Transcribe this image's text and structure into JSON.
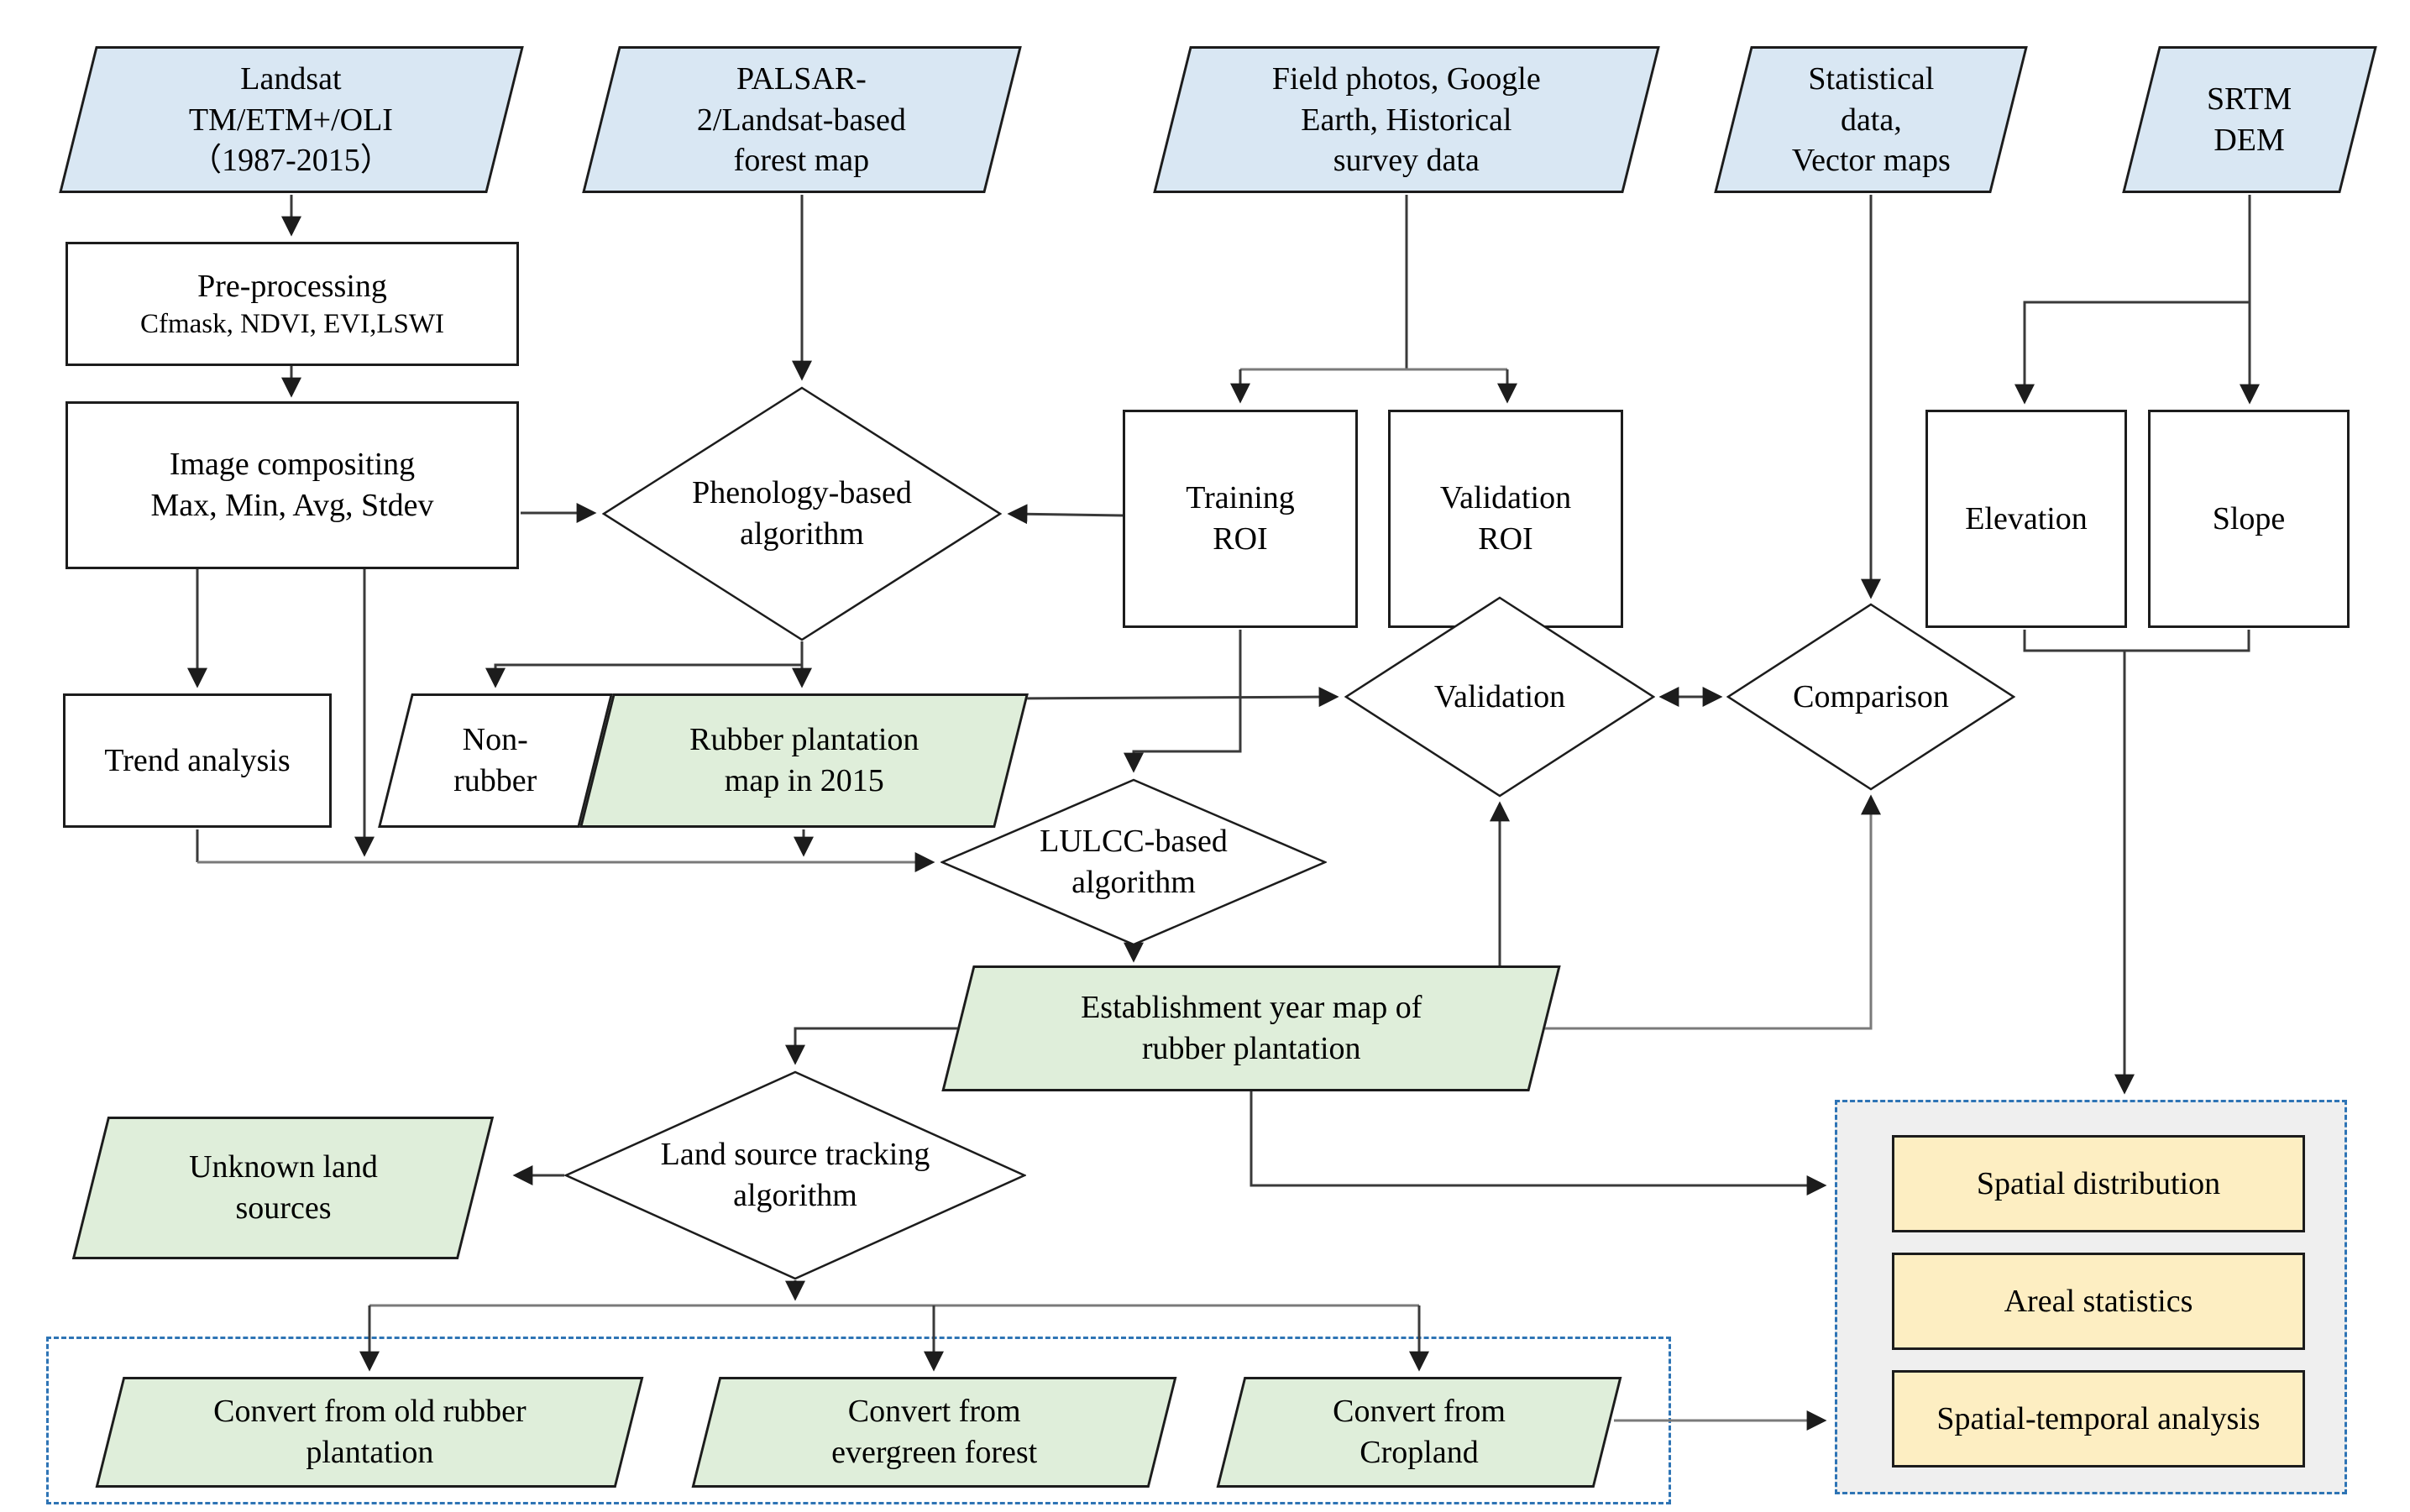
{
  "diagram": {
    "description": "Rubber plantation mapping methodology flowchart",
    "colors": {
      "input_blue": "#d9e7f3",
      "output_green": "#dfeeda",
      "analysis_yellow": "#fdeec2",
      "group_border_blue": "#2e74b5",
      "group_fill_gray": "#efefef",
      "line_dark": "#3a3a3a",
      "line_gray": "#7a7a7a"
    },
    "nodes": {
      "landsat": {
        "label": "Landsat\nTM/ETM+/OLI\n（1987-2015）"
      },
      "palsar": {
        "label": "PALSAR-\n2/Landsat-based\nforest map"
      },
      "field_photos": {
        "label": "Field photos, Google\nEarth, Historical\nsurvey data"
      },
      "statistical": {
        "label": "Statistical\ndata,\nVector maps"
      },
      "srtm": {
        "label": "SRTM\nDEM"
      },
      "preprocessing": {
        "title": "Pre-processing",
        "subtitle": "Cfmask,  NDVI,  EVI,LSWI"
      },
      "compositing": {
        "label": "Image compositing\nMax, Min, Avg, Stdev"
      },
      "phenology": {
        "label": "Phenology-based\nalgorithm"
      },
      "training_roi": {
        "label": "Training\nROI"
      },
      "validation_roi": {
        "label": "Validation\nROI"
      },
      "elevation": {
        "label": "Elevation"
      },
      "slope": {
        "label": "Slope"
      },
      "trend": {
        "label": "Trend analysis"
      },
      "non_rubber": {
        "label": "Non-\nrubber"
      },
      "rubber_map": {
        "label": "Rubber plantation\nmap in 2015"
      },
      "validation": {
        "label": "Validation"
      },
      "comparison": {
        "label": "Comparison"
      },
      "lulcc": {
        "label": "LULCC-based\nalgorithm"
      },
      "establishment": {
        "label": "Establishment  year   map  of\nrubber plantation"
      },
      "land_source": {
        "label": "Land  source tracking\nalgorithm"
      },
      "unknown": {
        "label": "Unknown land\nsources"
      },
      "convert_rubber": {
        "label": "Convert from old rubber\nplantation"
      },
      "convert_forest": {
        "label": "Convert from\nevergreen  forest"
      },
      "convert_cropland": {
        "label": "Convert from\nCropland"
      },
      "spatial_dist": {
        "label": "Spatial distribution"
      },
      "areal_stats": {
        "label": "Areal  statistics"
      },
      "spatial_temporal": {
        "label": "Spatial-temporal  analysis"
      }
    }
  }
}
